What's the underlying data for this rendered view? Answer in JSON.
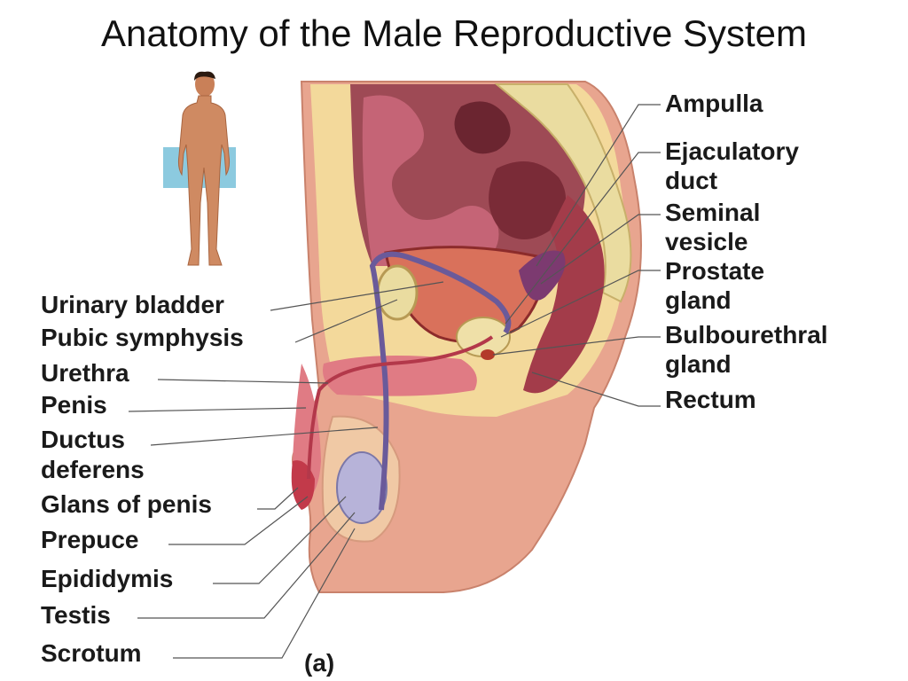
{
  "title": "Anatomy of the Male Reproductive System",
  "panel_label": "(a)",
  "labels_left": {
    "urinary_bladder": "Urinary bladder",
    "pubic_symphysis": "Pubic symphysis",
    "urethra": "Urethra",
    "penis": "Penis",
    "ductus_deferens_1": "Ductus",
    "ductus_deferens_2": "deferens",
    "glans_of_penis": "Glans of penis",
    "prepuce": "Prepuce",
    "epididymis": "Epididymis",
    "testis": "Testis",
    "scrotum": "Scrotum"
  },
  "labels_right": {
    "ampulla": "Ampulla",
    "ejaculatory_duct_1": "Ejaculatory",
    "ejaculatory_duct_2": "duct",
    "seminal_vesicle_1": "Seminal",
    "seminal_vesicle_2": "vesicle",
    "prostate_gland_1": "Prostate",
    "prostate_gland_2": "gland",
    "bulbourethral_gland_1": "Bulbourethral",
    "bulbourethral_gland_2": "gland",
    "rectum": "Rectum"
  },
  "colors": {
    "skin": "#e8a58f",
    "fat": "#f3d99b",
    "organ": "#b5525c",
    "leader_line": "#555555",
    "testis": "#b7b3d9",
    "highlight_box": "#7fc4dc"
  }
}
